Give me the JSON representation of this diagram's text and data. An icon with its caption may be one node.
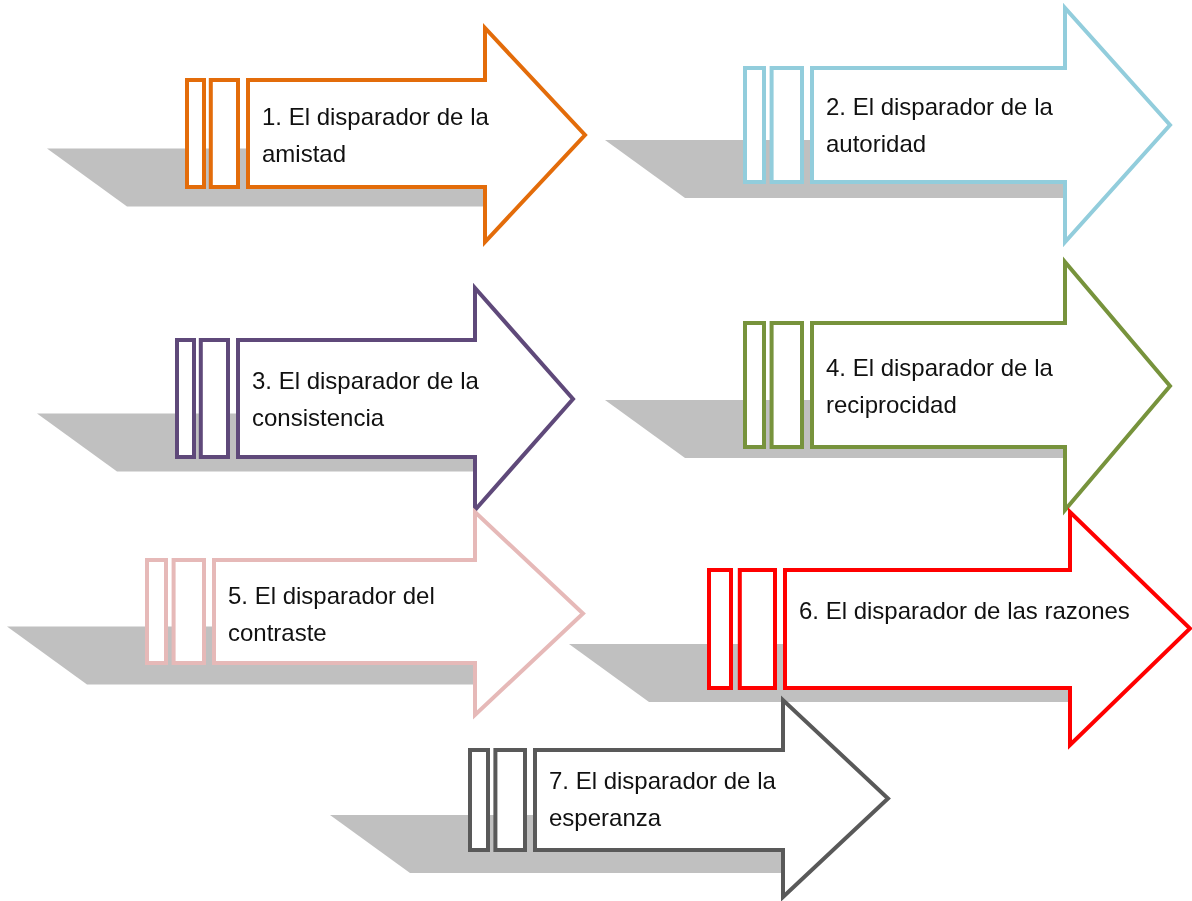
{
  "diagram": {
    "nodes": [
      {
        "text": [
          "1. El disparador de la amistad"
        ]
      },
      {
        "text": [
          "2. El disparador de la autoridad"
        ]
      },
      {
        "text": [
          "3. El disparador de la consistencia"
        ]
      },
      {
        "text": [
          "4. El disparador de la reciprocidad"
        ]
      },
      {
        "text": [
          "5. El disparador del contraste"
        ]
      },
      {
        "text": [
          "6. El disparador de las razones"
        ]
      },
      {
        "text": [
          "7. El disparador de la esperanza"
        ]
      }
    ]
  }
}
